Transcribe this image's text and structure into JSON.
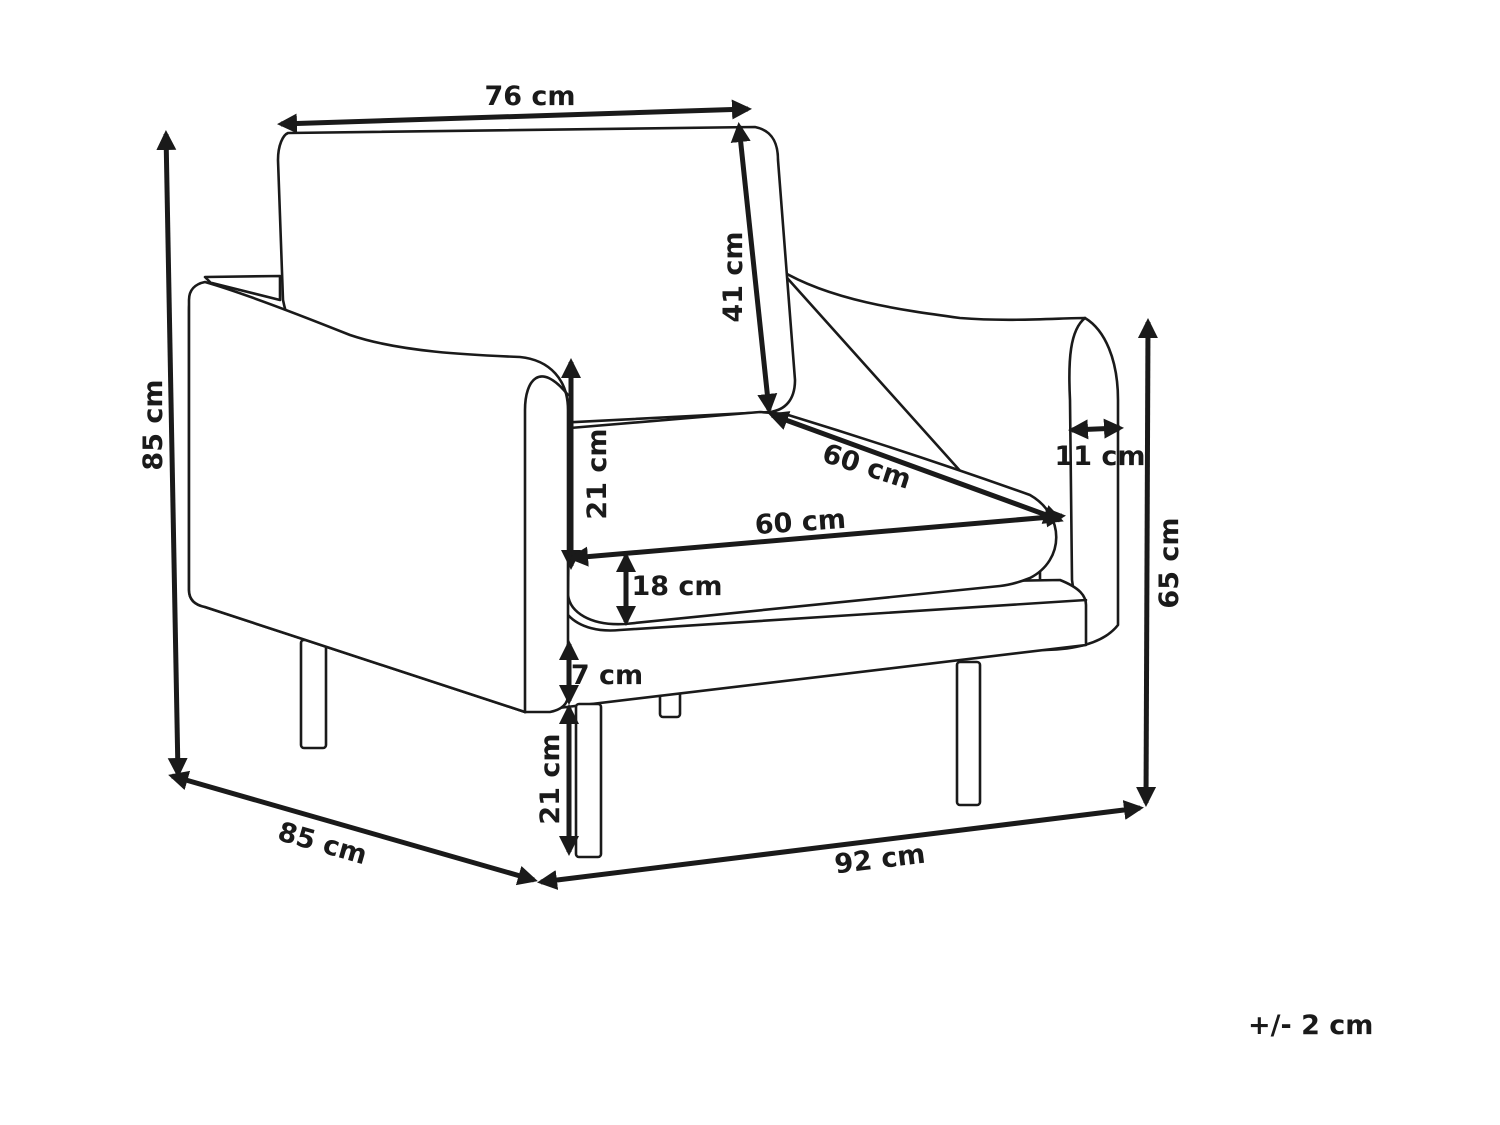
{
  "dimensions": {
    "back_width": "76 cm",
    "back_height": "41 cm",
    "total_height": "85 cm",
    "armrest_height": "21 cm",
    "seat_depth": "60 cm",
    "armrest_width": "11 cm",
    "seat_width": "60 cm",
    "cushion_thickness": "18 cm",
    "base_thickness": "7 cm",
    "leg_height": "21 cm",
    "arm_height": "65 cm",
    "depth": "85 cm",
    "width": "92 cm"
  },
  "tolerance": "+/- 2 cm",
  "colors": {
    "line": "#1a1a1a",
    "background": "#ffffff"
  }
}
